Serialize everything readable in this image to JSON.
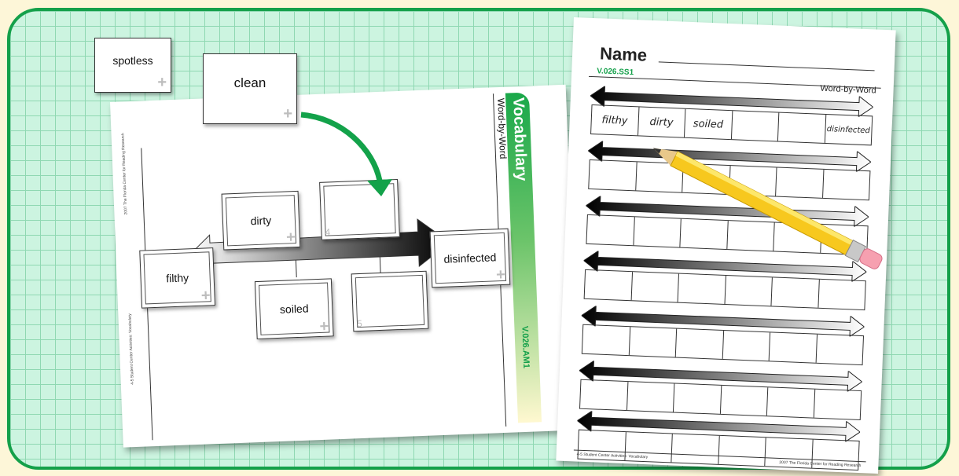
{
  "background": {
    "frame_color": "#14a04a",
    "grid_color": "#ccf4e0"
  },
  "loose_cards": {
    "spotless": "spotless",
    "clean": "clean"
  },
  "mat": {
    "title": "Vocabulary",
    "subtitle": "Word-by-Word",
    "code": "V.026.AM1",
    "left_small_text": "2007 The Florida Center for Reading Research",
    "left_small_text_2": "4-5 Student Center Activities: Vocabulary",
    "cards": {
      "start": "filthy",
      "end": "disinfected",
      "upper": "dirty",
      "lower": "soiled",
      "empty_top_num": "4",
      "empty_bottom_num": "5"
    }
  },
  "sheet": {
    "name_label": "Name",
    "code": "V.026.SS1",
    "header_right": "Word-by-Word",
    "first_row": [
      "filthy",
      "dirty",
      "soiled",
      "",
      "",
      "disinfected"
    ],
    "footer_left": "4-5 Student Center Activities: Vocabulary",
    "footer_right": "2007 The Florida Center for Reading Research"
  }
}
